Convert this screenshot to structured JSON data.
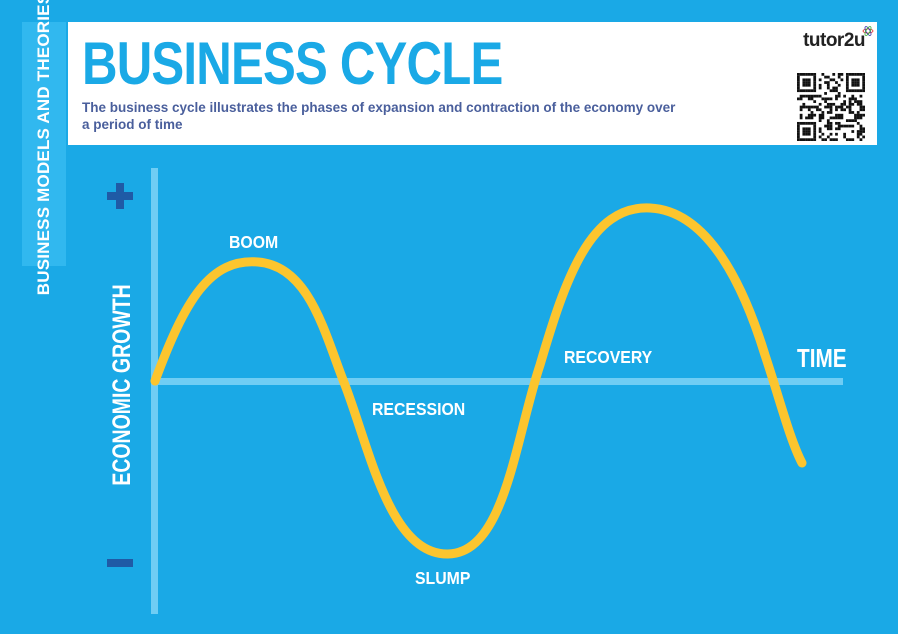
{
  "sidebar": {
    "label": "BUSINESS MODELS AND THEORIES"
  },
  "header": {
    "title": "BUSINESS CYCLE",
    "subtitle": "The business cycle illustrates the phases of expansion and contraction of the economy over a period of time",
    "brand": "tutor2u"
  },
  "diagram": {
    "y_axis_label": "ECONOMIC GROWTH",
    "x_axis_label": "TIME",
    "y_positive": "+",
    "y_negative": "–",
    "phases": {
      "boom": "BOOM",
      "recession": "RECESSION",
      "slump": "SLUMP",
      "recovery": "RECOVERY"
    }
  },
  "colors": {
    "background": "#1aa9e6",
    "curve": "#fcc52e",
    "axis": "#6fcdf4",
    "title": "#1aa9e6",
    "subtitle": "#4a5f9c",
    "sign": "#1f5aa6"
  }
}
